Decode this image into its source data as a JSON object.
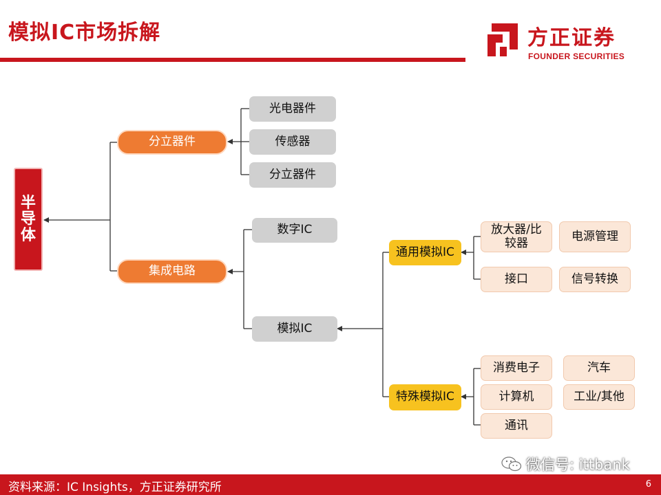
{
  "header": {
    "title": "模拟IC市场拆解",
    "brand_cn": "方正证券",
    "brand_en": "FOUNDER SECURITIES"
  },
  "diagram": {
    "root": "半导体",
    "discrete": {
      "label": "分立器件",
      "children": [
        "光电器件",
        "传感器",
        "分立器件"
      ]
    },
    "ic": {
      "label": "集成电路",
      "digital": "数字IC",
      "analog": "模拟IC",
      "general": {
        "label": "通用模拟IC",
        "children": [
          "放大器/比较器",
          "电源管理",
          "接口",
          "信号转换"
        ]
      },
      "special": {
        "label": "特殊模拟IC",
        "children": [
          "消费电子",
          "汽车",
          "计算机",
          "工业/其他",
          "通讯"
        ]
      }
    }
  },
  "footer": {
    "source": "资料来源：IC Insights，方正证券研究所",
    "page": "6"
  },
  "watermark": "微信号: ittbank",
  "colors": {
    "brand_red": "#c8161d",
    "orange": "#ee7b32",
    "yellow": "#f7c21f",
    "gray": "#d0d0d0",
    "peach": "#fbe7d8"
  }
}
